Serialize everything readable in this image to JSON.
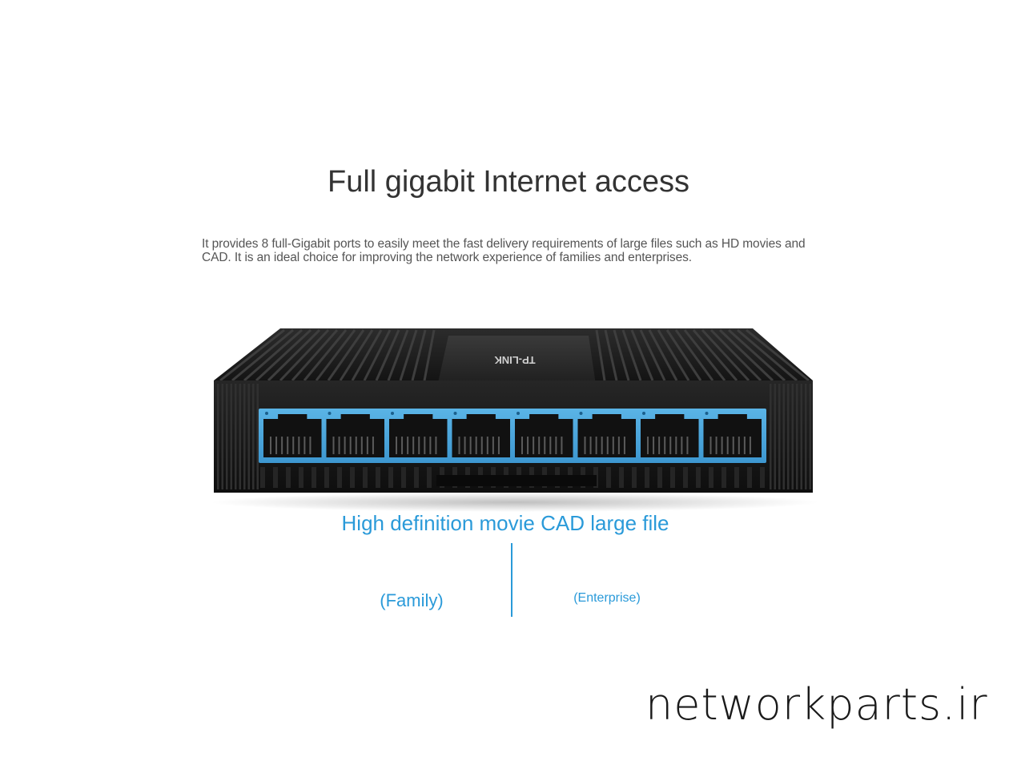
{
  "headline": "Full gigabit Internet access",
  "description": "It provides 8 full-Gigabit ports to easily meet the fast delivery requirements of large files such as HD movies and CAD. It is an ideal choice for improving the network experience of families and enterprises.",
  "product": {
    "port_count": 8,
    "brand_logo": "TP-LINK",
    "colors": {
      "body": "#1e1e1e",
      "port_frame": "#4aa6dd"
    }
  },
  "subheading": "High definition movie CAD large file",
  "labels": {
    "family": "(Family)",
    "enterprise": "(Enterprise)"
  },
  "watermark": "networkparts.ir",
  "colors": {
    "accent": "#2a9ad9",
    "heading": "#333333",
    "body_text": "#555555"
  }
}
